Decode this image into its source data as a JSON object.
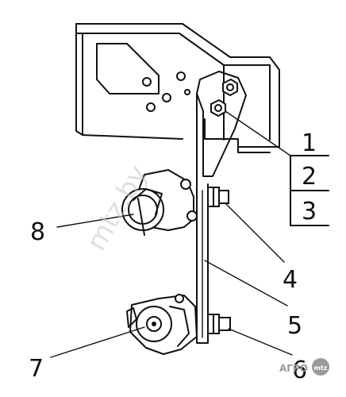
{
  "callouts": [
    "1",
    "2",
    "3",
    "4",
    "5",
    "6",
    "7",
    "8"
  ],
  "watermark": "mtz.by",
  "logo": {
    "prefix": "АГРО",
    "badge": "mtz"
  }
}
